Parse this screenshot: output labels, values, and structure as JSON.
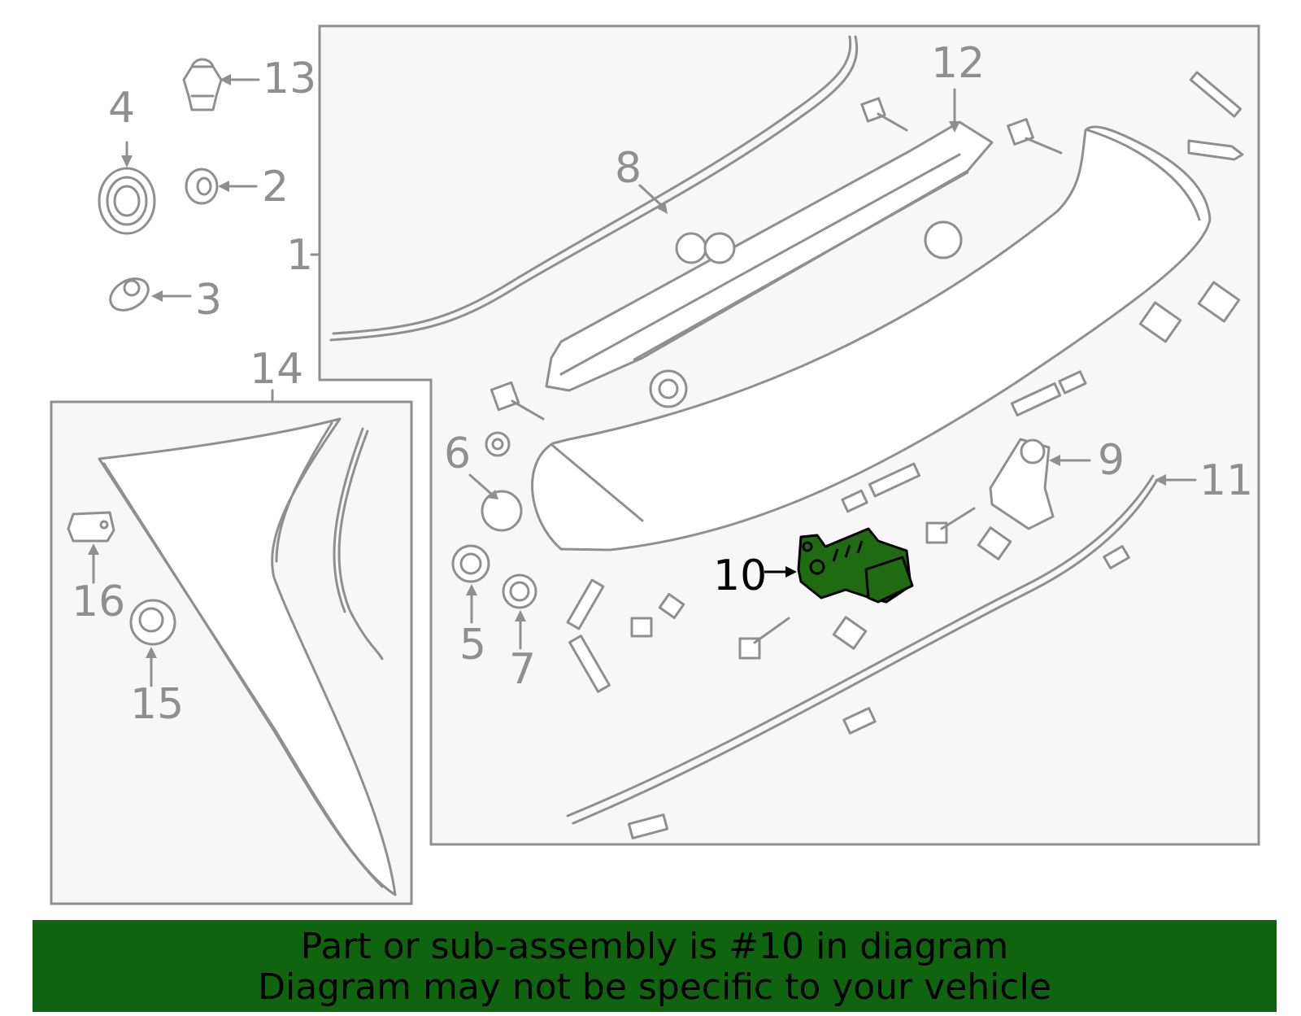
{
  "diagram": {
    "callouts": [
      "1",
      "2",
      "3",
      "4",
      "5",
      "6",
      "7",
      "8",
      "9",
      "10",
      "11",
      "12",
      "13",
      "14",
      "15",
      "16"
    ],
    "highlighted_callout": "10"
  },
  "banner": {
    "line1": "Part or sub-assembly is #10 in diagram",
    "line2": "Diagram may not be specific to your vehicle"
  },
  "colors": {
    "highlight": "#1f6b12",
    "banner": "#106410",
    "line": "#8f8f8f",
    "panel": "#f7f7f7"
  }
}
